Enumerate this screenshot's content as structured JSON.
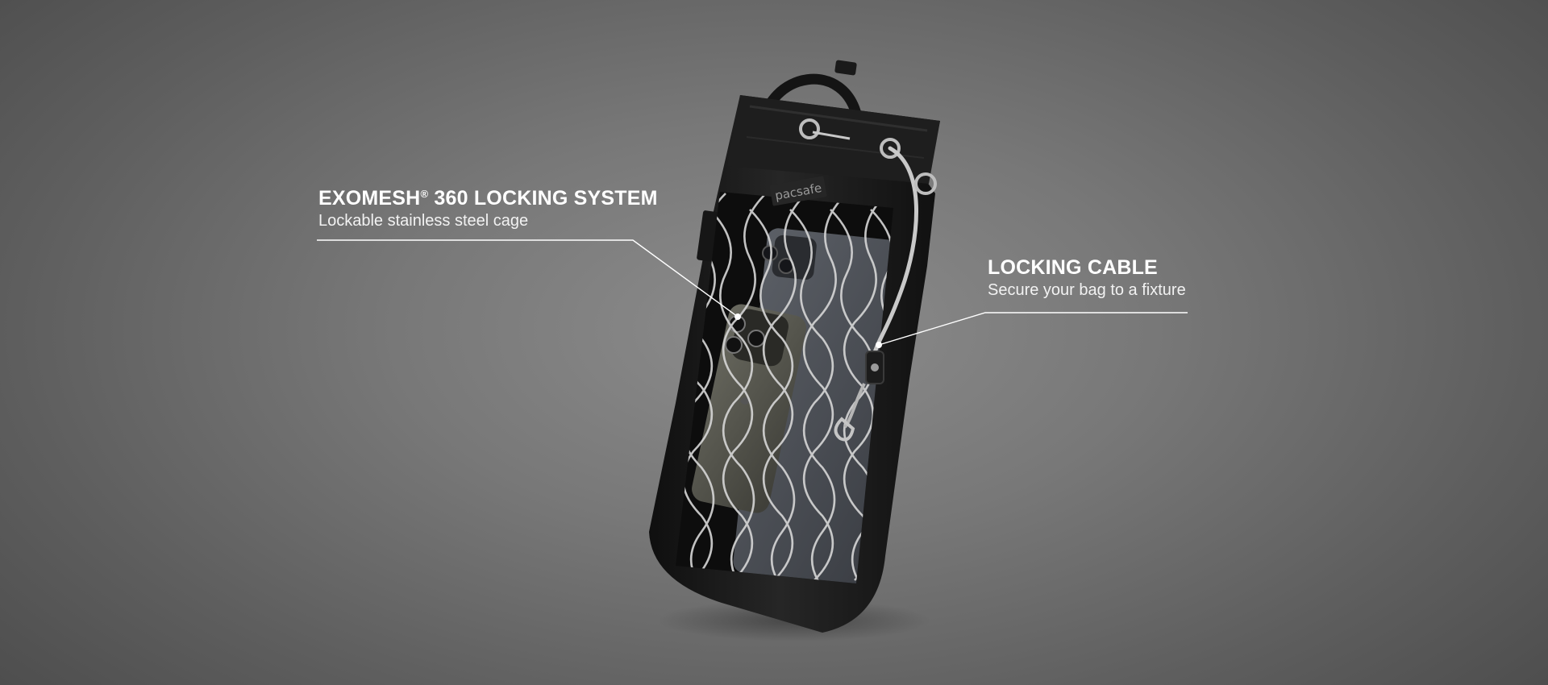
{
  "callouts": {
    "exomesh": {
      "title": "EXOMESH",
      "title_mark": "®",
      "title_rest": " 360 LOCKING SYSTEM",
      "subtitle": "Lockable stainless steel cage"
    },
    "cable": {
      "title": "LOCKING CABLE",
      "subtitle": "Secure your bag to a fixture"
    }
  },
  "product": {
    "brand_label": "pacsafe"
  },
  "colors": {
    "background_center": "#8c8c8c",
    "background_edge": "#4a4a4a",
    "bag": "#1b1b1b",
    "mesh": "#d6d6d6",
    "text": "#ffffff",
    "leader_line": "#ffffff"
  }
}
